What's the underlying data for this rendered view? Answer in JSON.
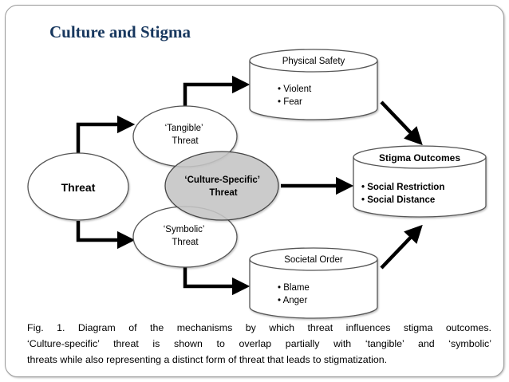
{
  "slide": {
    "title": "Culture and Stigma"
  },
  "diagram": {
    "threat": "Threat",
    "tangible": [
      "‘Tangible’",
      "Threat"
    ],
    "culture_specific": [
      "‘Culture-Specific’",
      "Threat"
    ],
    "symbolic": [
      "‘Symbolic’",
      "Threat"
    ],
    "physical_safety": {
      "label": "Physical Safety",
      "items": [
        "• Violent",
        "• Fear"
      ]
    },
    "societal_order": {
      "label": "Societal Order",
      "items": [
        "• Blame",
        "• Anger"
      ]
    },
    "stigma_outcomes": {
      "label": "Stigma Outcomes",
      "items": [
        "• Social Restriction",
        "• Social Distance"
      ]
    }
  },
  "caption": {
    "line1": "Fig. 1. Diagram of the mechanisms by which threat influences stigma outcomes.",
    "line2": "‘Culture-specific’ threat is shown to overlap partially with ‘tangible’ and ‘symbolic’",
    "line3": "threats while also representing a distinct form of threat that leads to stigmatization."
  },
  "colors": {
    "title": "#17375e",
    "culture_fill": "#c8c8c8",
    "stroke": "#000000"
  }
}
